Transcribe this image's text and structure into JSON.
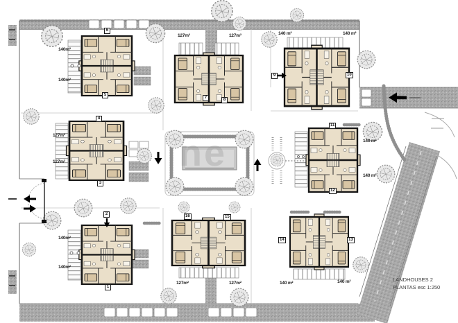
{
  "plan": {
    "watermark": "ne",
    "title": {
      "line1": "LANDHOUSES 2",
      "line2": "PLANTAS esc 1:250"
    }
  },
  "buildings": [
    {
      "name": "top-left",
      "areas": [
        "140m²",
        "140m²"
      ],
      "units": [
        "6",
        "5"
      ]
    },
    {
      "name": "mid-left",
      "areas": [
        "127m²",
        "127m²"
      ],
      "units": [
        "4",
        "3"
      ]
    },
    {
      "name": "bottom-left",
      "areas": [
        "140m²",
        "140m²"
      ],
      "units": [
        "2",
        "1"
      ]
    },
    {
      "name": "top-center",
      "areas": [
        "127m²",
        "127m²"
      ],
      "units": [
        "7",
        "8"
      ]
    },
    {
      "name": "top-right",
      "areas": [
        "140 m²",
        "140 m²"
      ],
      "units": [
        "9",
        "10"
      ]
    },
    {
      "name": "mid-right",
      "areas": [
        "140 m²",
        "140 m²"
      ],
      "units": [
        "11",
        "12"
      ]
    },
    {
      "name": "bottom-center",
      "areas": [
        "127m²",
        "127m²"
      ],
      "units": [
        "16",
        "15"
      ]
    },
    {
      "name": "bottom-right",
      "areas": [
        "140 m²",
        "140 m²"
      ],
      "units": [
        "14",
        "13"
      ]
    }
  ]
}
